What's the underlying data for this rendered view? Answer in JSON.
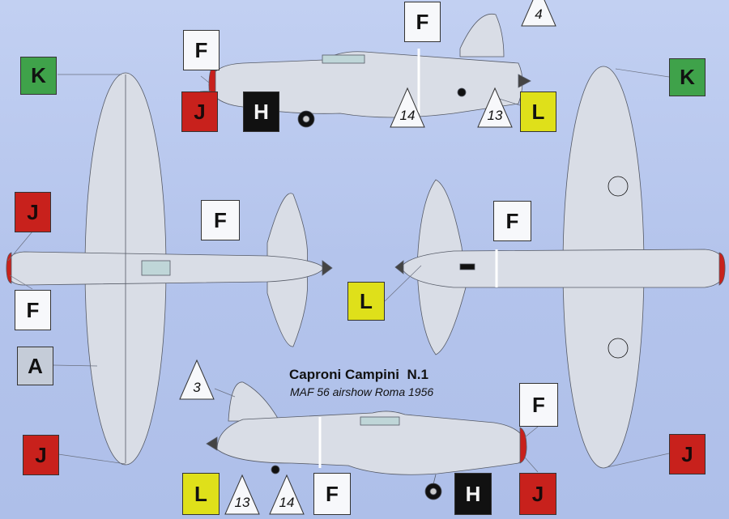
{
  "title": "Caproni Campini  N.1",
  "subtitle": "MAF 56 airshow Roma 1956",
  "colors": {
    "background": "#b9c9ee",
    "aircraft": "#d9dde6",
    "red": "#c8211c",
    "green": "#3fa24a",
    "yellow": "#dfe01a",
    "black": "#111111",
    "gray": "#c5ccd8"
  },
  "markers": {
    "top_F_left": "F",
    "top_J": "J",
    "top_H": "H",
    "top_F_mid": "F",
    "top_tri_4": "4",
    "top_tri_14": "14",
    "top_tri_13": "13",
    "top_L": "L",
    "K_left": "K",
    "K_right": "K",
    "left_J_top": "J",
    "left_F": "F",
    "left_A": "A",
    "left_J_bottom": "J",
    "center_F_left": "F",
    "center_F_right": "F",
    "center_L": "L",
    "bottom_tri_3": "3",
    "bottom_L": "L",
    "bottom_tri_13": "13",
    "bottom_tri_14": "14",
    "bottom_F_mid": "F",
    "bottom_H": "H",
    "bottom_J": "J",
    "bottom_F_right": "F",
    "right_J_bottom": "J"
  }
}
